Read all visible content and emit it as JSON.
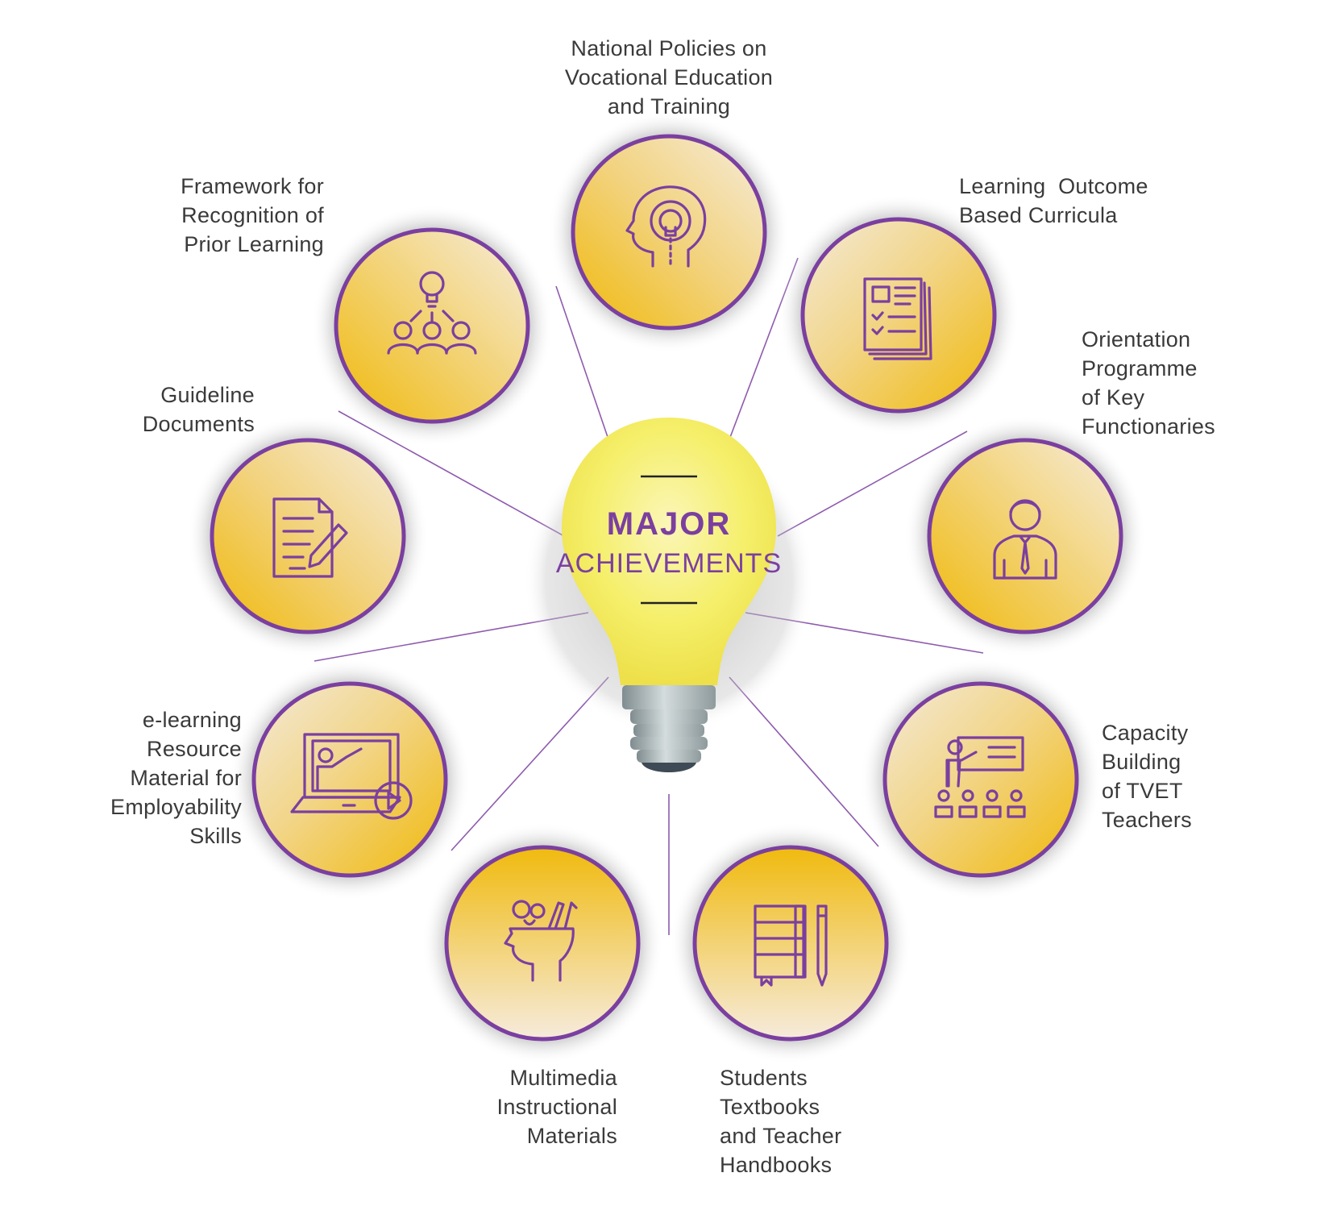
{
  "center": {
    "title_bold": "MAJOR",
    "title_light": "ACHIEVEMENTS"
  },
  "colors": {
    "purple": "#7b3fa0",
    "gold": "#f2bf10",
    "cream": "#f6ecd8",
    "bulb": "#f4ec55",
    "text": "#3a3a3a"
  },
  "nodes": [
    {
      "id": "national-policies",
      "icon": "head-gear-bulb-icon",
      "label_lines": [
        "National Policies on",
        "Vocational Education",
        "and Training"
      ]
    },
    {
      "id": "learning-outcome",
      "icon": "checklist-documents-icon",
      "label_lines": [
        "Learning  Outcome",
        "Based Curricula"
      ]
    },
    {
      "id": "orientation",
      "icon": "businessman-icon",
      "label_lines": [
        "Orientation",
        "Programme",
        "of Key",
        "Functionaries"
      ]
    },
    {
      "id": "capacity-building",
      "icon": "teacher-presentation-icon",
      "label_lines": [
        "Capacity",
        "Building",
        "of TVET",
        "Teachers"
      ]
    },
    {
      "id": "students-textbooks",
      "icon": "notebook-pencil-icon",
      "label_lines": [
        "Students",
        "Textbooks",
        "and Teacher",
        "Handbooks"
      ]
    },
    {
      "id": "multimedia",
      "icon": "head-creative-tools-icon",
      "label_lines": [
        "Multimedia",
        "Instructional",
        "Materials"
      ]
    },
    {
      "id": "e-learning",
      "icon": "laptop-video-lesson-icon",
      "label_lines": [
        "e-learning",
        "Resource",
        "Material for",
        "Employability",
        "Skills"
      ]
    },
    {
      "id": "guideline",
      "icon": "document-pen-icon",
      "label_lines": [
        "Guideline",
        "Documents"
      ]
    },
    {
      "id": "framework",
      "icon": "idea-team-icon",
      "label_lines": [
        "Framework for",
        "Recognition of",
        "Prior Learning"
      ]
    }
  ]
}
